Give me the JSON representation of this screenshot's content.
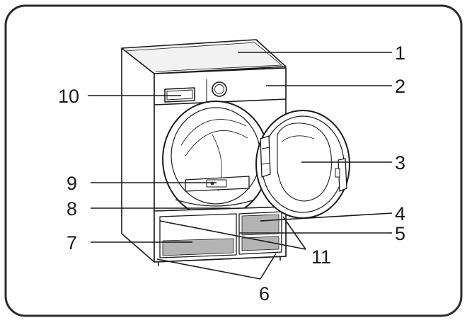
{
  "callouts": [
    {
      "id": "1",
      "label": "1"
    },
    {
      "id": "2",
      "label": "2"
    },
    {
      "id": "3",
      "label": "3"
    },
    {
      "id": "4",
      "label": "4"
    },
    {
      "id": "5",
      "label": "5"
    },
    {
      "id": "6",
      "label": "6"
    },
    {
      "id": "7",
      "label": "7"
    },
    {
      "id": "8",
      "label": "8"
    },
    {
      "id": "9",
      "label": "9"
    },
    {
      "id": "10",
      "label": "10"
    },
    {
      "id": "11",
      "label": "11"
    }
  ],
  "colors": {
    "frame": "#2b2b2b",
    "line": "#1a1a1a",
    "body": "#ffffff",
    "shade": "#9a9a9a",
    "top": "#efefef"
  }
}
